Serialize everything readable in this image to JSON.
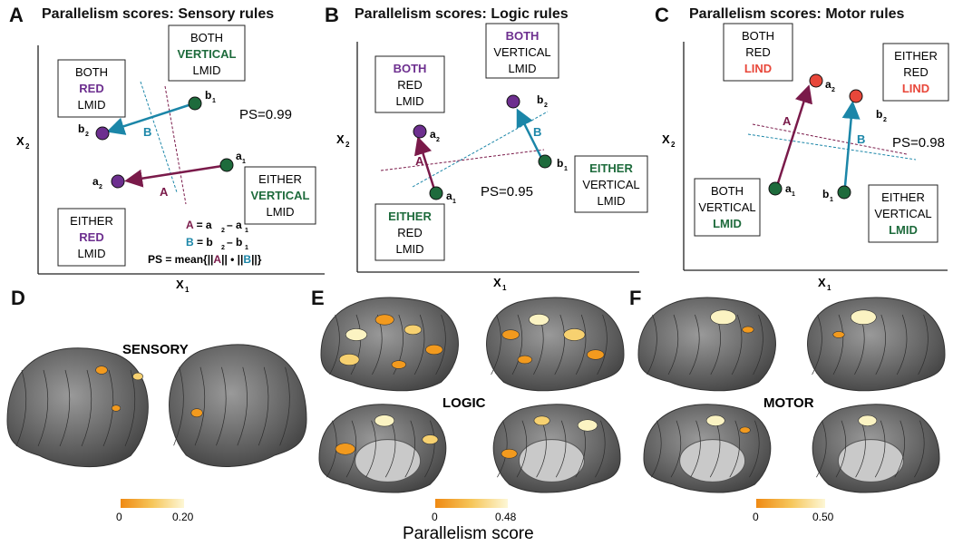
{
  "panels": {
    "A": {
      "letter": "A",
      "title": "Parallelism scores: Sensory rules",
      "axes": {
        "x": "X",
        "y": "X",
        "sub": "1",
        "sub2": "2"
      },
      "boxes": [
        {
          "l1": "BOTH",
          "l2": "VERTICAL",
          "l3": "LMID",
          "hl": 2,
          "hlColor": "#1e6b3c"
        },
        {
          "l1": "BOTH",
          "l2": "RED",
          "l3": "LMID",
          "hl": 2,
          "hlColor": "#6d2f8f"
        },
        {
          "l1": "EITHER",
          "l2": "VERTICAL",
          "l3": "LMID",
          "hl": 2,
          "hlColor": "#1e6b3c"
        },
        {
          "l1": "EITHER",
          "l2": "RED",
          "l3": "LMID",
          "hl": 2,
          "hlColor": "#6d2f8f"
        }
      ],
      "ps": "PS=0.99",
      "vecA": "A",
      "vecB": "B",
      "points": {
        "a1": "a",
        "a2": "a",
        "b1": "b",
        "b2": "b"
      },
      "formula": {
        "lineA": "A = a",
        "lineA2": " – a",
        "lineB": "B = b",
        "lineB2": " – b",
        "ps1": "PS = mean{||",
        "ps2": "A",
        "ps3": "|| • ||",
        "ps4": "B",
        "ps5": "||}"
      }
    },
    "B": {
      "letter": "B",
      "title": "Parallelism scores: Logic rules",
      "boxes": [
        {
          "l1": "BOTH",
          "l2": "VERTICAL",
          "l3": "LMID",
          "hl": 1,
          "hlColor": "#6d2f8f"
        },
        {
          "l1": "BOTH",
          "l2": "RED",
          "l3": "LMID",
          "hl": 1,
          "hlColor": "#6d2f8f"
        },
        {
          "l1": "EITHER",
          "l2": "VERTICAL",
          "l3": "LMID",
          "hl": 1,
          "hlColor": "#1e6b3c"
        },
        {
          "l1": "EITHER",
          "l2": "RED",
          "l3": "LMID",
          "hl": 1,
          "hlColor": "#1e6b3c"
        }
      ],
      "ps": "PS=0.95"
    },
    "C": {
      "letter": "C",
      "title": "Parallelism scores: Motor rules",
      "boxes": [
        {
          "l1": "BOTH",
          "l2": "RED",
          "l3": "LIND",
          "hl": 3,
          "hlColor": "#e8473a"
        },
        {
          "l1": "EITHER",
          "l2": "RED",
          "l3": "LIND",
          "hl": 3,
          "hlColor": "#e8473a"
        },
        {
          "l1": "BOTH",
          "l2": "VERTICAL",
          "l3": "LMID",
          "hl": 3,
          "hlColor": "#1e6b3c"
        },
        {
          "l1": "EITHER",
          "l2": "VERTICAL",
          "l3": "LMID",
          "hl": 3,
          "hlColor": "#1e6b3c"
        }
      ],
      "ps": "PS=0.98"
    },
    "D": {
      "letter": "D",
      "label": "SENSORY",
      "cb_min": "0",
      "cb_max": "0.20"
    },
    "E": {
      "letter": "E",
      "label": "LOGIC",
      "cb_min": "0",
      "cb_max": "0.48"
    },
    "F": {
      "letter": "F",
      "label": "MOTOR",
      "cb_min": "0",
      "cb_max": "0.50"
    }
  },
  "colorbar_title": "Parallelism score",
  "colors": {
    "purple": "#6d2f8f",
    "green": "#1e6b3c",
    "red": "#e8473a",
    "teal": "#1b86a8",
    "maroon": "#7a1a4a",
    "brain": "#6b6b6b",
    "orange": "#f29a1e",
    "pale": "#fbf3c2"
  }
}
